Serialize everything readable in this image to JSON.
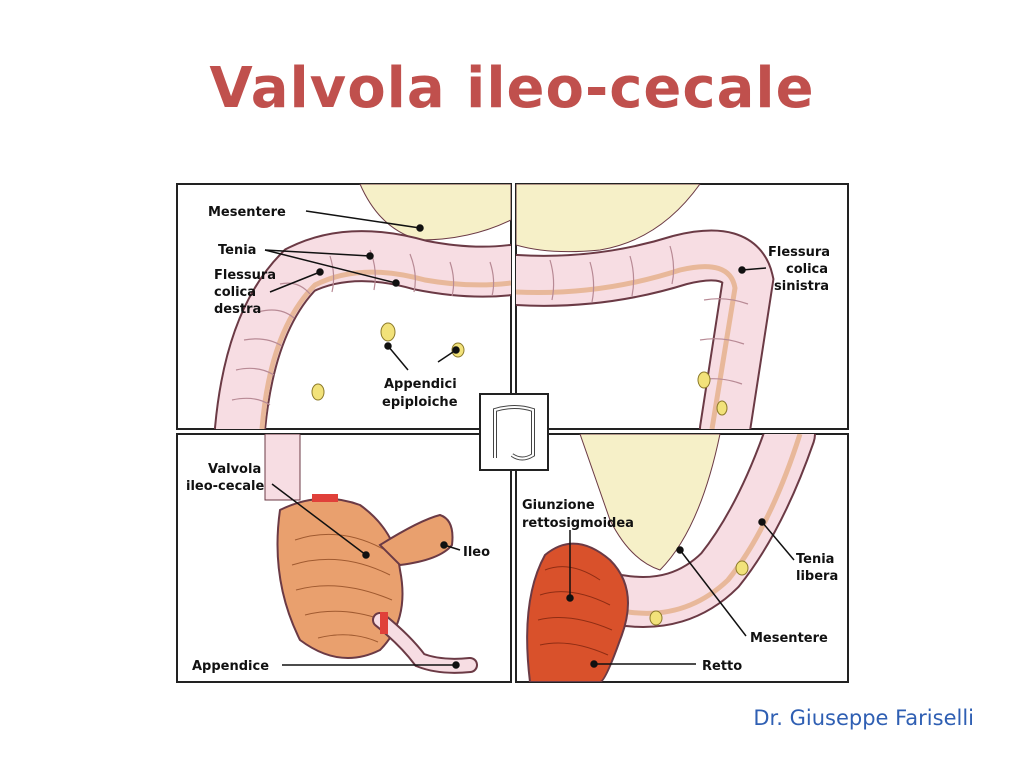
{
  "slide": {
    "title": "Valvola ileo-cecale",
    "author": "Dr. Giuseppe Fariselli"
  },
  "labels": {
    "mesentere_top": "Mesentere",
    "tenia": "Tenia",
    "flessura_destra": [
      "Flessura",
      "colica",
      "destra"
    ],
    "appendici": [
      "Appendici",
      "epiploiche"
    ],
    "flessura_sinistra": [
      "Flessura",
      "colica",
      "sinistra"
    ],
    "valvola": [
      "Valvola",
      "ileo-cecale"
    ],
    "ileo": "Ileo",
    "appendice": "Appendice",
    "giunzione": [
      "Giunzione",
      "rettosigmoidea"
    ],
    "tenia_libera": [
      "Tenia",
      "libera"
    ],
    "mesentere_bottom": "Mesentere",
    "retto": "Retto"
  },
  "colors": {
    "title": "#c0504d",
    "author": "#2f5fb3",
    "colon": "#f7dde3",
    "colon_outline": "#6b3a45",
    "tenia": "#e8b89a",
    "mesentery": "#f6f0c8",
    "cecum": "#e9a06e",
    "rectum": "#d9512b",
    "fat": "#f2e27a",
    "valve": "#e0403a"
  }
}
